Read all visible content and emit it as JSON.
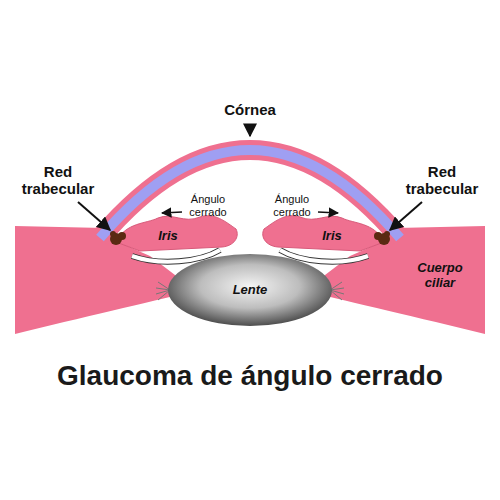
{
  "diagram": {
    "title": "Glaucoma de ángulo cerrado",
    "labels": [
      "Córnea",
      "Red trabecular",
      "Red trabecular",
      "Ángulo cerrado",
      "Ángulo cerrado",
      "Iris",
      "Iris",
      "Lente",
      "Cuerpo ciliar"
    ]
  }
}
